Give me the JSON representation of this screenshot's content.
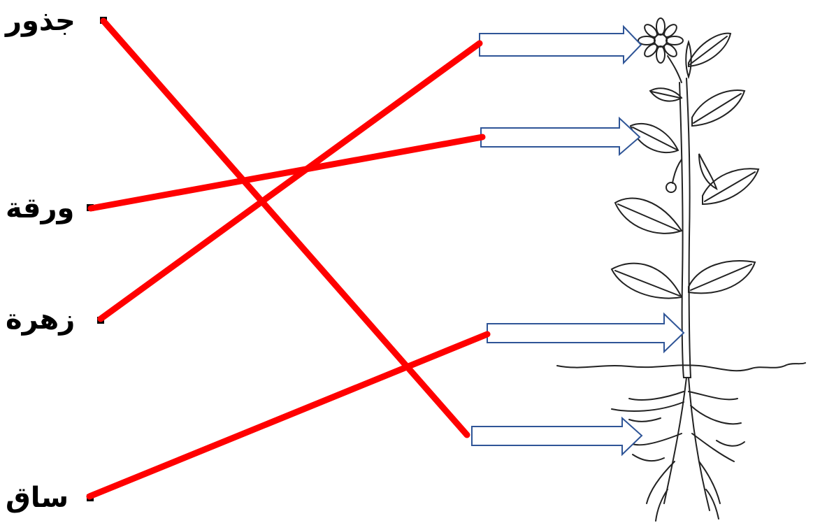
{
  "labels": [
    {
      "id": "roots",
      "text": "جذور"
    },
    {
      "id": "leaf",
      "text": "ورقة"
    },
    {
      "id": "flower",
      "text": "زهرة"
    },
    {
      "id": "stem",
      "text": "ساق"
    }
  ],
  "colors": {
    "match_line": "#ff0000",
    "arrow_stroke": "#2f5597",
    "arrow_fill": "#ffffff",
    "plant_stroke": "#222222"
  },
  "matches": [
    {
      "label": "roots",
      "arrow": "roots"
    },
    {
      "label": "leaf",
      "arrow": "leaf"
    },
    {
      "label": "flower",
      "arrow": "flower"
    },
    {
      "label": "stem",
      "arrow": "stem"
    }
  ]
}
